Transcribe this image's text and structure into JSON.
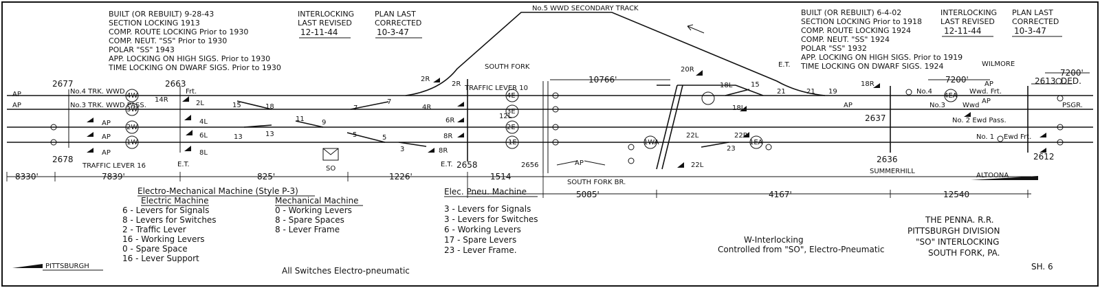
{
  "left_plant": {
    "built": "BUILT (OR REBUILT) 9-28-43",
    "section_locking": "SECTION LOCKING 1913",
    "comp_route": "COMP. ROUTE LOCKING Prior to 1930",
    "comp_neut": "COMP. NEUT. \"SS\" Prior to 1930",
    "polar": "POLAR \"SS\" 1943",
    "app_locking": "APP. LOCKING ON HIGH SIGS. Prior to 1930",
    "time_locking": "TIME LOCKING ON DWARF SIGS. Prior to 1930",
    "interlocking_label": "INTERLOCKING",
    "last_revised_label": "LAST REVISED",
    "last_revised": "12-11-44",
    "plan_last_label": "PLAN LAST",
    "corrected_label": "CORRECTED",
    "corrected": "10-3-47"
  },
  "right_plant": {
    "built": "BUILT (OR REBUILT) 6-4-02",
    "section_locking": "SECTION LOCKING Prior to 1918",
    "comp_route": "COMP. ROUTE LOCKING 1924",
    "comp_neut": "COMP. NEUT. \"SS\" 1924",
    "polar": "POLAR \"SS\" 1932",
    "app_locking": "APP. LOCKING ON HIGH SIGS. Prior to 1919",
    "time_locking": "TIME LOCKING ON DWARF SIGS. 1924",
    "interlocking_label": "INTERLOCKING",
    "last_revised_label": "LAST REVISED",
    "last_revised": "12-11-44",
    "plan_last_label": "PLAN LAST",
    "corrected_label": "CORRECTED",
    "corrected": "10-3-47"
  },
  "track_labels": {
    "secondary": "No.5 WWD SECONDARY TRACK",
    "no4_left": "No.4 TRK. WWD",
    "no3_left": "No.3 TRK. WWD PASS.",
    "no4_right": "No.4",
    "wwd_frt": "Wwd. Frt.",
    "no3_right": "No.3",
    "wwd": "Wwd",
    "no2": "No. 2 Ewd Pass.",
    "no1": "No. 1",
    "ewd_frt": "Ewd Frt.",
    "ded": "DED.",
    "psgr": "PSGR.",
    "frt": "Frt.",
    "south_fork": "SOUTH FORK",
    "south_fork_br": "SOUTH FORK BR.",
    "summerhill": "SUMMERHILL",
    "wilmore": "WILMORE",
    "so_box": "SO",
    "traffic_lever_10": "TRAFFIC LEVER 10",
    "traffic_lever_16": "TRAFFIC LEVER 16",
    "et_left": "E.T.",
    "et_mid": "E.T.",
    "et_top": "E.T.",
    "ap": "AP"
  },
  "mileposts": {
    "left_top": "2677",
    "left_bottom": "2678",
    "mp_2663": "2663",
    "mp_2658": "2658",
    "mp_2656": "2656",
    "mp_2637": "2637",
    "mp_2636": "2636",
    "mp_2613": "2613",
    "mp_2612": "2612"
  },
  "signals": [
    "4W",
    "3W",
    "2W",
    "1W",
    "4E",
    "3E",
    "2E",
    "1E",
    "1WA",
    "1EA",
    "4EA",
    "2R",
    "4R",
    "6R",
    "8R",
    "12L",
    "14R",
    "2L",
    "4L",
    "6L",
    "8L",
    "20R",
    "18L",
    "22L",
    "22R",
    "18R"
  ],
  "switch_numbers": [
    "15",
    "18",
    "11",
    "9",
    "7",
    "5",
    "3",
    "13",
    "21",
    "23",
    "19"
  ],
  "dimensions": {
    "d1": "8330'",
    "d2": "7839'",
    "d3": "825'",
    "d4": "1226'",
    "d5": "1514",
    "d6": "5085'",
    "d7": "4167'",
    "d8": "12540",
    "d9": "10766'",
    "d10": "7200'",
    "d11": "7200'"
  },
  "machine": {
    "title": "Electro-Mechanical Machine (Style P-3)",
    "electric_title": "Electric Machine",
    "electric": [
      "6 - Levers for Signals",
      "8 - Levers for Switches",
      "2 - Traffic Lever",
      "16 - Working Levers",
      "0 - Spare Space",
      "16 - Lever Support"
    ],
    "mechanical_title": "Mechanical Machine",
    "mechanical": [
      "0 - Working Levers",
      "8 - Spare Spaces",
      "8 - Lever Frame"
    ],
    "pneu_title": "Elec. Pneu. Machine",
    "pneu": [
      "3 - Levers for Signals",
      "3 - Levers for Switches",
      "6 - Working Levers",
      "17 - Spare Levers",
      "23 - Lever Frame."
    ]
  },
  "notes": {
    "all_switches": "All Switches Electro-pneumatic",
    "w_interlocking": "W-Interlocking",
    "controlled_from": "Controlled from \"SO\", Electro-Pneumatic",
    "pittsburgh": "PITTSBURGH",
    "altoona": "ALTOONA"
  },
  "title_block": {
    "line1": "THE PENNA. R.R.",
    "line2": "PITTSBURGH DIVISION",
    "line3": "\"SO\" INTERLOCKING",
    "line4": "SOUTH FORK, PA.",
    "sheet": "SH. 6"
  }
}
